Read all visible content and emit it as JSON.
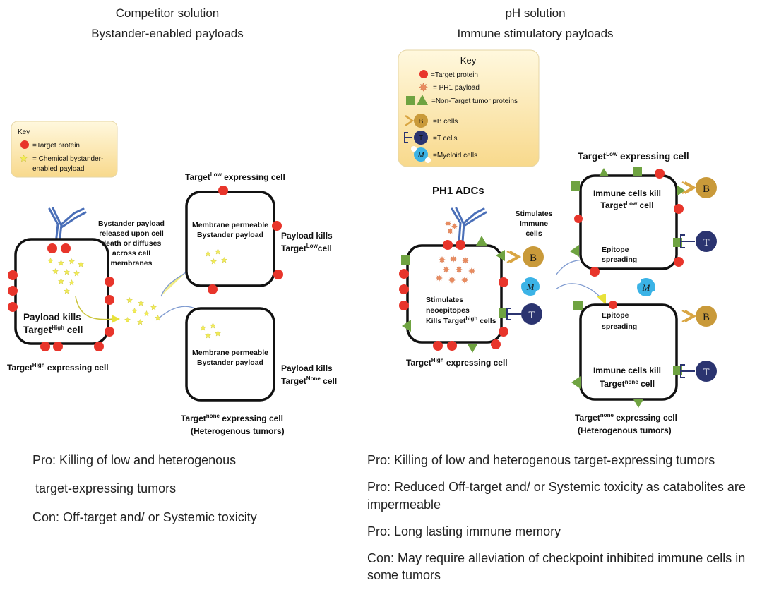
{
  "left_panel": {
    "title_line1": "Competitor solution",
    "title_line2": "Bystander-enabled payloads",
    "key": {
      "title": "Key",
      "items": [
        {
          "icon": "red-circle",
          "label": "=Target protein"
        },
        {
          "icon": "yellow-star",
          "label_line1": "= Chemical bystander-",
          "label_line2": "enabled payload"
        }
      ]
    },
    "bystander_note": [
      "Bystander payload",
      "released upon cell",
      "death or diffuses",
      "across cell",
      "membranes"
    ],
    "high_cell": {
      "inner_line1": "Payload kills",
      "inner_line2_base": "Target",
      "inner_line2_sup": "High",
      "inner_line2_end": " cell",
      "caption_base": "Target",
      "caption_sup": "High",
      "caption_end": " expressing cell"
    },
    "low_cell": {
      "caption_base": "Target",
      "caption_sup": "Low",
      "caption_end": " expressing cell",
      "inner_line1": "Membrane permeable",
      "inner_line2": "Bystander payload",
      "side_line1": "Payload kills",
      "side_line2_base": "Target",
      "side_line2_sup": "Low",
      "side_line2_end": "cell"
    },
    "none_cell": {
      "inner_line1": "Membrane permeable",
      "inner_line2": "Bystander payload",
      "side_line1": "Payload kills",
      "side_line2_base": "Target",
      "side_line2_sup": "None",
      "side_line2_end": " cell",
      "caption_base": "Target",
      "caption_sup": "none",
      "caption_end": " expressing cell",
      "caption_line2": "(Heterogenous tumors)"
    },
    "pros_cons": [
      "Pro: Killing of low and heterogenous",
      "target-expressing tumors",
      "Con: Off-target and/ or Systemic toxicity"
    ]
  },
  "right_panel": {
    "title_line1": "pH solution",
    "title_line2": "Immune stimulatory payloads",
    "key": {
      "title": "Key",
      "items": [
        {
          "icon": "red-circle",
          "label": "=Target protein"
        },
        {
          "icon": "orange-star",
          "label": "= PH1 payload"
        },
        {
          "icon": "green-square-triangle",
          "label": "=Non-Target tumor proteins"
        },
        {
          "icon": "b-cell",
          "letter": "B",
          "label": "=B cells"
        },
        {
          "icon": "t-cell",
          "letter": "T",
          "label": "=T cells"
        },
        {
          "icon": "myeloid-cell",
          "letter": "M",
          "label": "=Myeloid cells"
        }
      ]
    },
    "ph1_adcs_label": "PH1 ADCs",
    "stimulates_note": [
      "Stimulates",
      "Immune",
      "cells"
    ],
    "high_cell": {
      "inner_line1": "Stimulates",
      "inner_line2": "neoepitopes",
      "inner_line3_base": "Kills Target",
      "inner_line3_sup": "high",
      "inner_line3_end": " cells",
      "caption_base": "Target",
      "caption_sup": "High",
      "caption_end": " expressing cell"
    },
    "low_cell": {
      "caption_base": "Target",
      "caption_sup": "Low",
      "caption_end": " expressing cell",
      "inner_line1": "Immune cells kill",
      "inner_line2_base": "Target",
      "inner_line2_sup": "Low",
      "inner_line2_end": " cell",
      "epitope_line1": "Epitope",
      "epitope_line2": "spreading"
    },
    "none_cell": {
      "epitope_line1": "Epitope",
      "epitope_line2": "spreading",
      "inner_line1": "Immune cells kill",
      "inner_line2_base": "Target",
      "inner_line2_sup": "none",
      "inner_line2_end": " cell",
      "caption_base": "Target",
      "caption_sup": "none",
      "caption_end": " expressing cell",
      "caption_line2": "(Heterogenous tumors)"
    },
    "immune_letters": {
      "b": "B",
      "t": "T",
      "m": "M"
    },
    "pros_cons": [
      "Pro: Killing of low and heterogenous target-expressing tumors",
      "Pro: Reduced Off-target and/ or Systemic toxicity as catabolites are impermeable",
      "Pro: Long lasting immune memory",
      "Con: May require alleviation of checkpoint inhibited immune cells in some tumors"
    ]
  },
  "colors": {
    "target_protein": "#e8352b",
    "bystander_payload": "#f2ec55",
    "ph1_payload": "#e98b5e",
    "non_target_protein": "#6fa341",
    "b_cell": "#c99a3a",
    "t_cell": "#2b3470",
    "myeloid_cell": "#3bb3e6",
    "antibody": "#4a6fb8",
    "key_gradient_top": "#fff6d6",
    "key_gradient_bottom": "#f7d98a"
  }
}
